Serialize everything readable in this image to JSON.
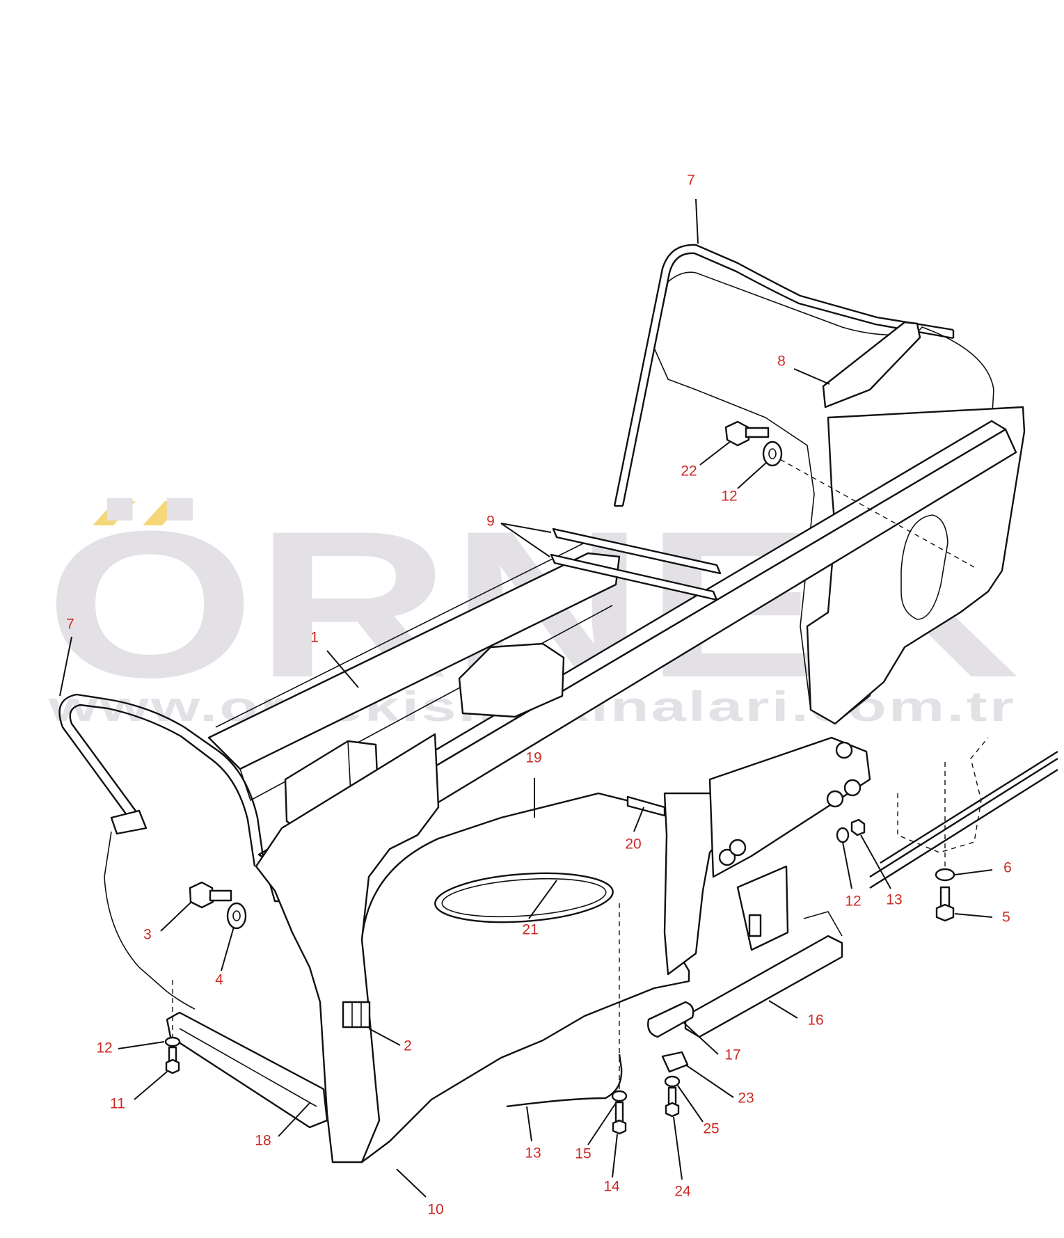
{
  "watermark": {
    "brand": "ÖRNEK",
    "url": "www.ornekismakinalari.com.tr",
    "accent_color": "#f5d77a",
    "text_color": "#e3e1e6"
  },
  "callout_color": "#cc2a24",
  "callouts": [
    {
      "id": "c7a",
      "text": "7"
    },
    {
      "id": "c8",
      "text": "8"
    },
    {
      "id": "c22",
      "text": "22"
    },
    {
      "id": "c12a",
      "text": "12"
    },
    {
      "id": "c9",
      "text": "9"
    },
    {
      "id": "c7b",
      "text": "7"
    },
    {
      "id": "c1",
      "text": "1"
    },
    {
      "id": "c19",
      "text": "19"
    },
    {
      "id": "c20",
      "text": "20"
    },
    {
      "id": "c12b",
      "text": "12"
    },
    {
      "id": "c13a",
      "text": "13"
    },
    {
      "id": "c6",
      "text": "6"
    },
    {
      "id": "c5",
      "text": "5"
    },
    {
      "id": "c21",
      "text": "21"
    },
    {
      "id": "c3",
      "text": "3"
    },
    {
      "id": "c4",
      "text": "4"
    },
    {
      "id": "c16",
      "text": "16"
    },
    {
      "id": "c2",
      "text": "2"
    },
    {
      "id": "c12c",
      "text": "12"
    },
    {
      "id": "c17",
      "text": "17"
    },
    {
      "id": "c23",
      "text": "23"
    },
    {
      "id": "c11",
      "text": "11"
    },
    {
      "id": "c25",
      "text": "25"
    },
    {
      "id": "c18",
      "text": "18"
    },
    {
      "id": "c13b",
      "text": "13"
    },
    {
      "id": "c15",
      "text": "15"
    },
    {
      "id": "c14",
      "text": "14"
    },
    {
      "id": "c24",
      "text": "24"
    },
    {
      "id": "c10",
      "text": "10"
    }
  ]
}
